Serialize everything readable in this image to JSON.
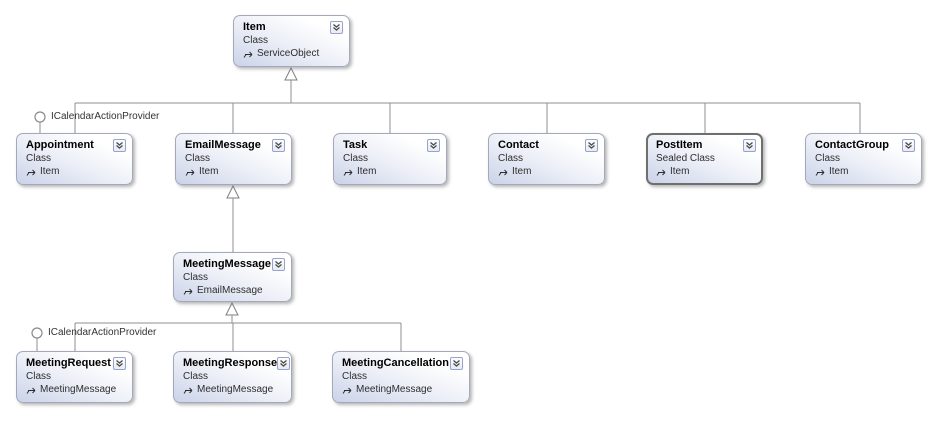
{
  "diagram": {
    "type": "class-diagram",
    "style": "visual-studio-class-designer"
  },
  "nodes": [
    {
      "title": "Item",
      "kind": "Class",
      "base": "ServiceObject"
    },
    {
      "title": "Appointment",
      "kind": "Class",
      "base": "Item"
    },
    {
      "title": "EmailMessage",
      "kind": "Class",
      "base": "Item"
    },
    {
      "title": "Task",
      "kind": "Class",
      "base": "Item"
    },
    {
      "title": "Contact",
      "kind": "Class",
      "base": "Item"
    },
    {
      "title": "PostItem",
      "kind": "Sealed Class",
      "base": "Item"
    },
    {
      "title": "ContactGroup",
      "kind": "Class",
      "base": "Item"
    },
    {
      "title": "MeetingMessage",
      "kind": "Class",
      "base": "EmailMessage"
    },
    {
      "title": "MeetingRequest",
      "kind": "Class",
      "base": "MeetingMessage"
    },
    {
      "title": "MeetingResponse",
      "kind": "Class",
      "base": "MeetingMessage"
    },
    {
      "title": "MeetingCancellation",
      "kind": "Class",
      "base": "MeetingMessage"
    }
  ],
  "interfaces": [
    {
      "label": "ICalendarActionProvider",
      "implemented_by": "Appointment"
    },
    {
      "label": "ICalendarActionProvider",
      "implemented_by": "MeetingRequest"
    }
  ],
  "inheritance": [
    {
      "derived": "Item",
      "base": "ServiceObject"
    },
    {
      "derived": "Appointment",
      "base": "Item"
    },
    {
      "derived": "EmailMessage",
      "base": "Item"
    },
    {
      "derived": "Task",
      "base": "Item"
    },
    {
      "derived": "Contact",
      "base": "Item"
    },
    {
      "derived": "PostItem",
      "base": "Item"
    },
    {
      "derived": "ContactGroup",
      "base": "Item"
    },
    {
      "derived": "MeetingMessage",
      "base": "EmailMessage"
    },
    {
      "derived": "MeetingRequest",
      "base": "MeetingMessage"
    },
    {
      "derived": "MeetingResponse",
      "base": "MeetingMessage"
    },
    {
      "derived": "MeetingCancellation",
      "base": "MeetingMessage"
    }
  ],
  "colors": {
    "node_fill_top": "#ffffff",
    "node_fill_bottom": "#cbd3e9",
    "node_border": "#a3a9ba",
    "sealed_border": "#6f6f6f",
    "connector_line": "#8f8f8f",
    "chevron_border": "#94a4cf",
    "text_title": "#000000",
    "text_body": "#2e2e2e"
  }
}
